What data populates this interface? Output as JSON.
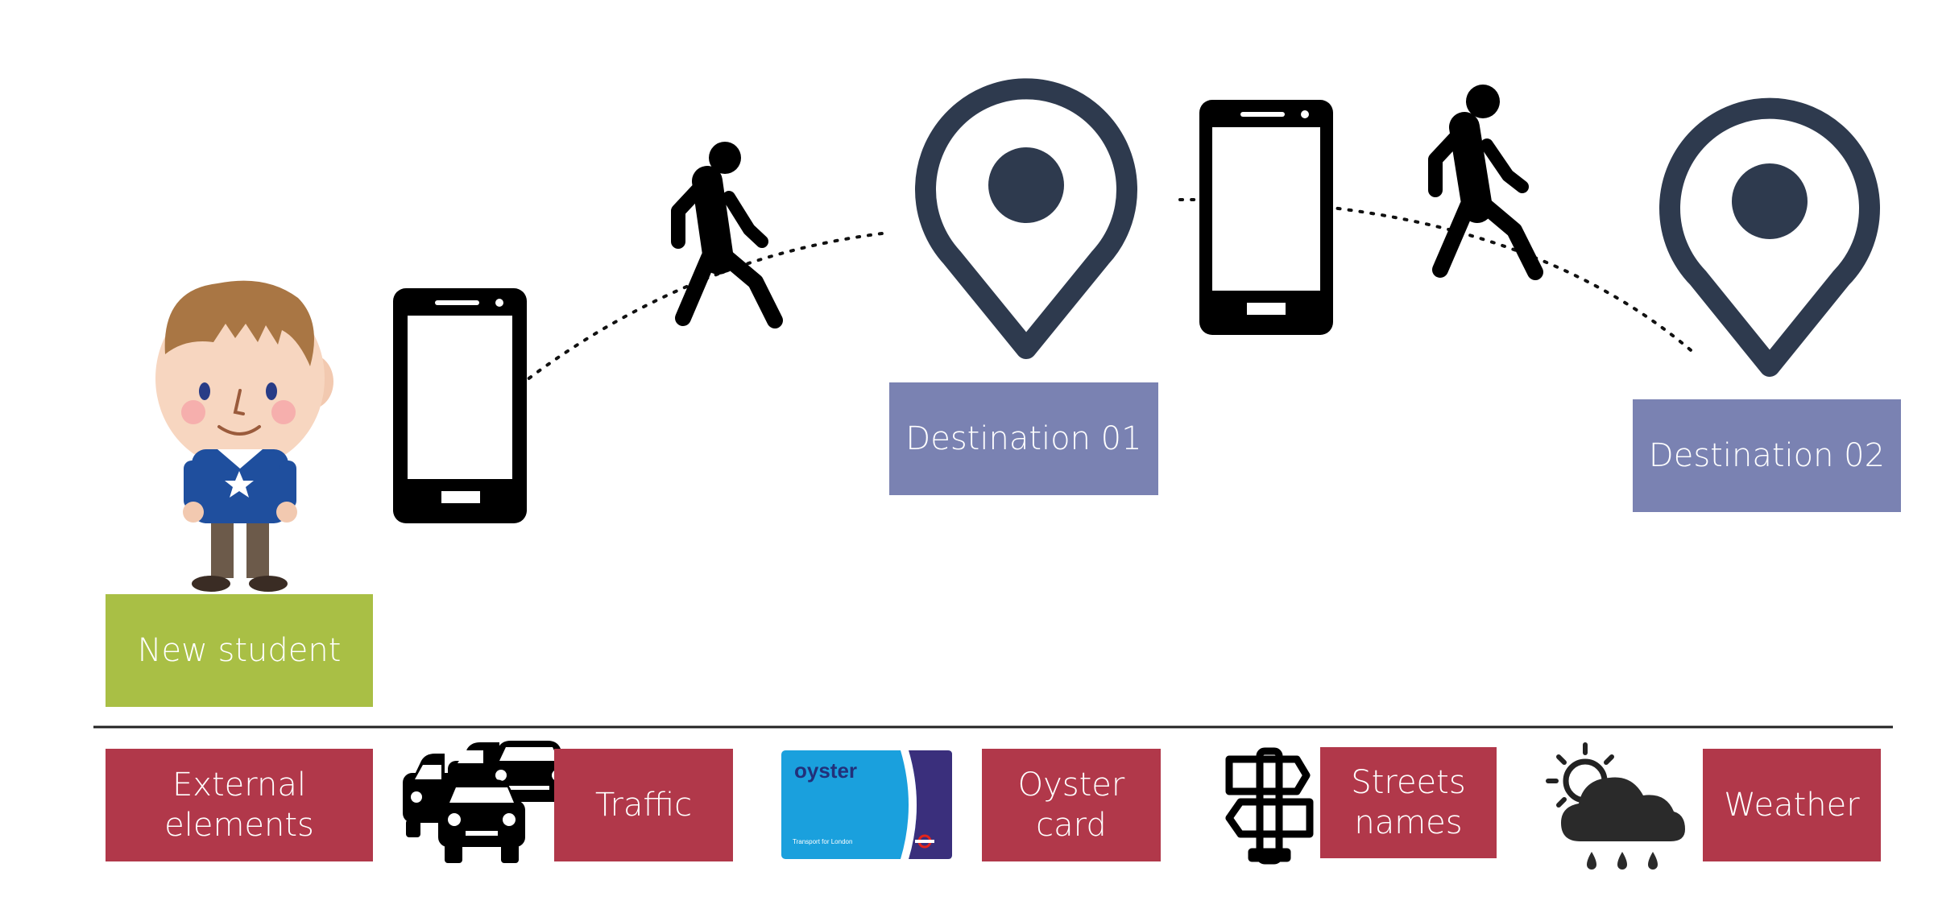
{
  "labels": {
    "new_student": "New student",
    "destination_01": "Destination 01",
    "destination_02": "Destination 02"
  },
  "external": {
    "title": "External\nelements",
    "traffic": "Traffic",
    "oyster_card": "Oyster\ncard",
    "streets_names": "Streets\nnames",
    "weather": "Weather"
  },
  "oyster": {
    "brand": "oyster",
    "subtitle": "Transport for London"
  },
  "icons": [
    "student-character-icon",
    "smartphone-icon",
    "walking-person-icon",
    "location-pin-icon",
    "cars-traffic-icon",
    "oyster-card-icon",
    "signpost-icon",
    "weather-cloud-rain-icon"
  ],
  "colors": {
    "green": "#a9bf45",
    "purple": "#7a82b2",
    "red": "#b1384a",
    "pin": "#2e3a4e",
    "oyster_blue": "#1aa0dd",
    "oyster_navy": "#3a2f7c"
  }
}
